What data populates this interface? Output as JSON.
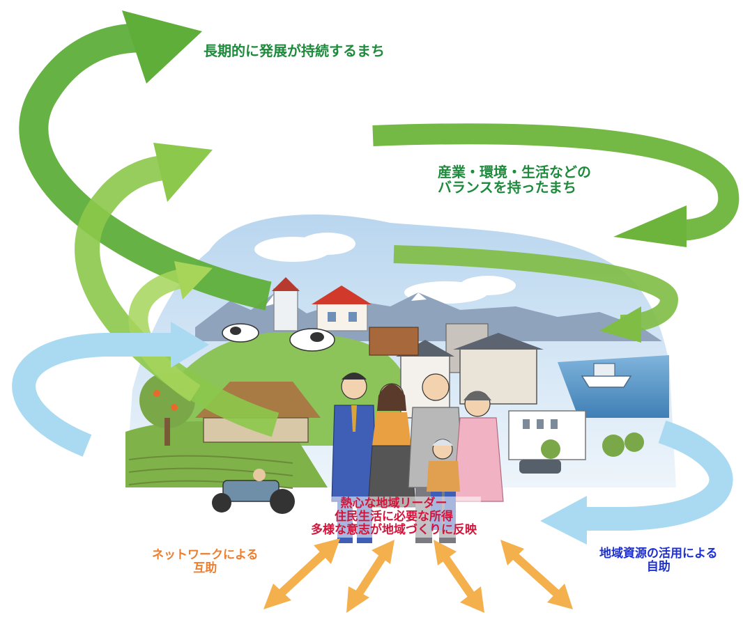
{
  "labels": {
    "sustainable_town": "長期的に発展が持続するまち",
    "balance_line1": "産業・環境・生活などの",
    "balance_line2": "バランスを持ったまち",
    "center_line1": "熱心な地域リーダー",
    "center_line2": "住民生活に必要な所得",
    "center_line3": "多様な意志が地域づくりに反映",
    "network_line1": "ネットワークによる",
    "network_line2": "互助",
    "resources_line1": "地域資源の活用による",
    "resources_line2": "自助"
  },
  "colors": {
    "arrow_green_dark": "#5fae3a",
    "arrow_green_light": "#a6d55a",
    "arrow_blue": "#a9daf2",
    "arrow_orange": "#f3b04c",
    "sky": "#cfe3f3",
    "text_green": "#1e8a3c",
    "text_red": "#d2143a",
    "text_orange": "#ee7d2c",
    "text_blue": "#1c2fd0"
  }
}
